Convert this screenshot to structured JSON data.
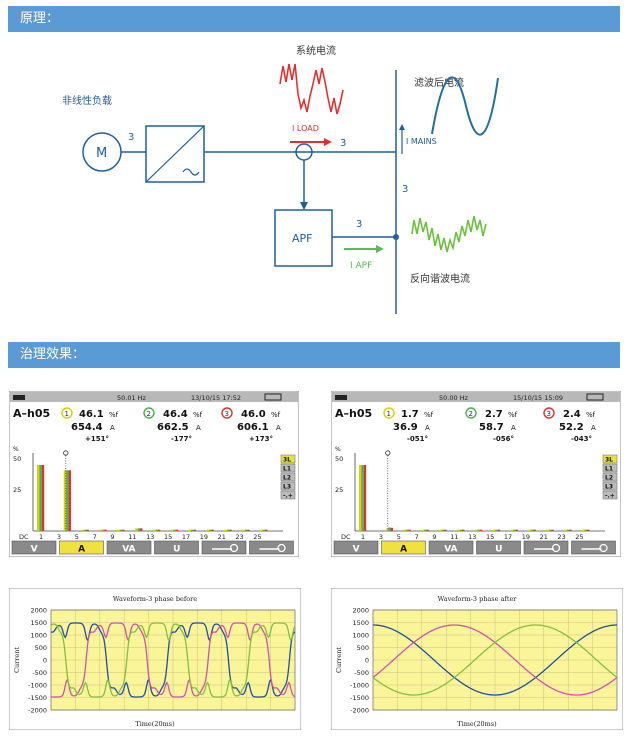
{
  "section1": {
    "title": "原理："
  },
  "section2": {
    "title": "治理效果："
  },
  "diagram": {
    "system_current": "系统电流",
    "nonlinear_load": "非线性负载",
    "filtered_current": "滤波后电流",
    "reverse_harmonic": "反向谐波电流",
    "motor": "M",
    "apf": "APF",
    "i_load": "I LOAD",
    "i_mains": "I MAINS",
    "i_apf": "I APF",
    "three": "3"
  },
  "meter_left": {
    "freq": "50.01 Hz",
    "datetime": "13/10/15  17:52",
    "title": "A–h05",
    "p1": "46.1",
    "p2": "46.4",
    "p3": "46.0",
    "unit_pct": "%f",
    "a1": "654.4",
    "a2": "662.5",
    "a3": "606.1",
    "unit_a": "A",
    "d1": "+151°",
    "d2": "-177°",
    "d3": "+173°",
    "tick_top": "50",
    "tick_mid": "25",
    "pct": "%",
    "xticks": [
      "DC",
      "1",
      "3",
      "5",
      "7",
      "9",
      "11",
      "13",
      "15",
      "17",
      "19",
      "21",
      "23",
      "25"
    ],
    "side": [
      "3L",
      "L1",
      "L2",
      "L3",
      "-.+"
    ],
    "buttons": [
      "V",
      "A",
      "VA",
      "U"
    ]
  },
  "meter_right": {
    "freq": "50.00 Hz",
    "datetime": "15/10/15  15:09",
    "title": "A–h05",
    "p1": "1.7",
    "p2": "2.7",
    "p3": "2.4",
    "unit_pct": "%f",
    "a1": "36.9",
    "a2": "58.7",
    "a3": "52.2",
    "unit_a": "A",
    "d1": "-051°",
    "d2": "-056°",
    "d3": "-043°",
    "tick_top": "50",
    "tick_mid": "25",
    "pct": "%",
    "xticks": [
      "DC",
      "1",
      "3",
      "5",
      "7",
      "9",
      "11",
      "13",
      "15",
      "17",
      "19",
      "21",
      "23",
      "25"
    ],
    "side": [
      "3L",
      "L1",
      "L2",
      "L3",
      "-.+"
    ],
    "buttons": [
      "V",
      "A",
      "VA",
      "U"
    ]
  },
  "chart_data": [
    {
      "type": "line",
      "title": "Waveform-3 phase before",
      "xlabel": "Time(20ms)",
      "ylabel": "Current",
      "ylim": [
        -2000,
        2000
      ],
      "yticks": [
        2000,
        1500,
        1000,
        500,
        0,
        -500,
        -1000,
        -1500,
        -2000
      ],
      "grid": true,
      "colors": [
        "#1f4fa0",
        "#d050b0",
        "#80c040"
      ]
    },
    {
      "type": "line",
      "title": "Waveform-3 phase after",
      "xlabel": "Time(20ms)",
      "ylabel": "Current",
      "ylim": [
        -2000,
        2000
      ],
      "yticks": [
        2000,
        1500,
        1000,
        500,
        0,
        -500,
        -1000,
        -1500,
        -2000
      ],
      "grid": true,
      "colors": [
        "#1f4fa0",
        "#d050b0",
        "#80c040"
      ]
    }
  ]
}
